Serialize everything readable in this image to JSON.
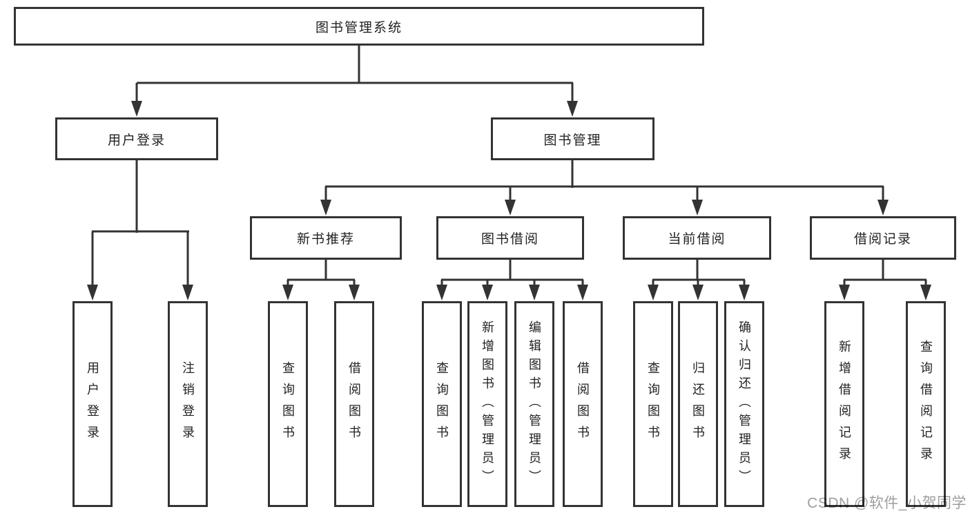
{
  "diagram": {
    "root": "图书管理系统",
    "level2": [
      "用户登录",
      "图书管理"
    ],
    "level3": [
      "新书推荐",
      "图书借阅",
      "当前借阅",
      "借阅记录"
    ],
    "leaves": [
      "用户登录",
      "注销登录",
      "查询图书",
      "借阅图书",
      "查询图书",
      "新增图书（管理员）",
      "编辑图书（管理员）",
      "借阅图书",
      "查询图书",
      "归还图书",
      "确认归还（管理员）",
      "新增借阅记录",
      "查询借阅记录"
    ],
    "watermark": "CSDN @软件_小贺同学",
    "colors": {
      "line": "#333333",
      "box_border": "#333333",
      "box_fill": "#ffffff",
      "text": "#222222",
      "watermark": "#9e9e9e",
      "background": "#ffffff"
    }
  }
}
